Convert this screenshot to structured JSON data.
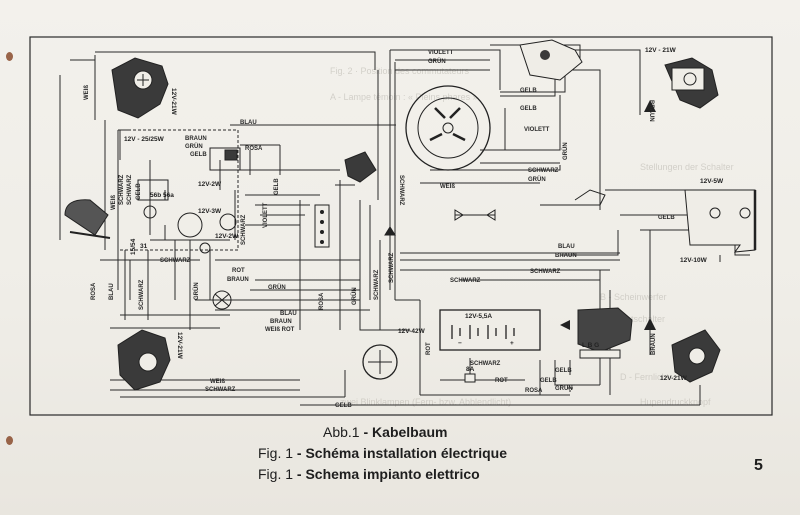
{
  "captions": {
    "line1_fig": "Abb.1",
    "line1_sep": " - ",
    "line1_title": "Kabelbaum",
    "line2_fig": "Fig. 1",
    "line2_sep": " - ",
    "line2_title": "Schéma installation électrique",
    "line3_fig": "Fig. 1",
    "line3_sep": " - ",
    "line3_title": "Schema impianto elettrico"
  },
  "page_number": "5",
  "wire_labels": {
    "violett": "VIOLETT",
    "gruen": "GRÜN",
    "gelb": "GELB",
    "blau": "BLAU",
    "braun": "BRAUN",
    "rosa": "ROSA",
    "schwarz": "SCHWARZ",
    "weiss": "WEIß",
    "rot": "ROT",
    "weiss_rot": "WEIß ROT"
  },
  "component_labels": {
    "rear_indicator_right": "12V - 21W",
    "front_indicator_left": "12V-21W",
    "rear_light": "12V-5W",
    "stop_light": "12V-10W",
    "headlamp": "12V - 25/25W",
    "speedo_bulb": "12V-2W",
    "pilot_bulb_a": "12V-3W",
    "pilot_bulb_b": "12V-2W",
    "rear_indicator_left": "12V-21W",
    "front_indicator_right": "12V-21W",
    "horn": "12V-42W",
    "battery": "12V-5,5A",
    "fuse": "8A",
    "switch_terminals": "56b 56a",
    "dimmer_terminals": "15/54",
    "terminal_31": "31",
    "regulator_terminals": "L B G",
    "plus_sign": "+",
    "minus_sign": "−"
  },
  "colors": {
    "paper": "#efede7",
    "ink": "#2a2a2a",
    "punch": "#8a4b2d",
    "ghost_text": "#b9b6ae"
  }
}
